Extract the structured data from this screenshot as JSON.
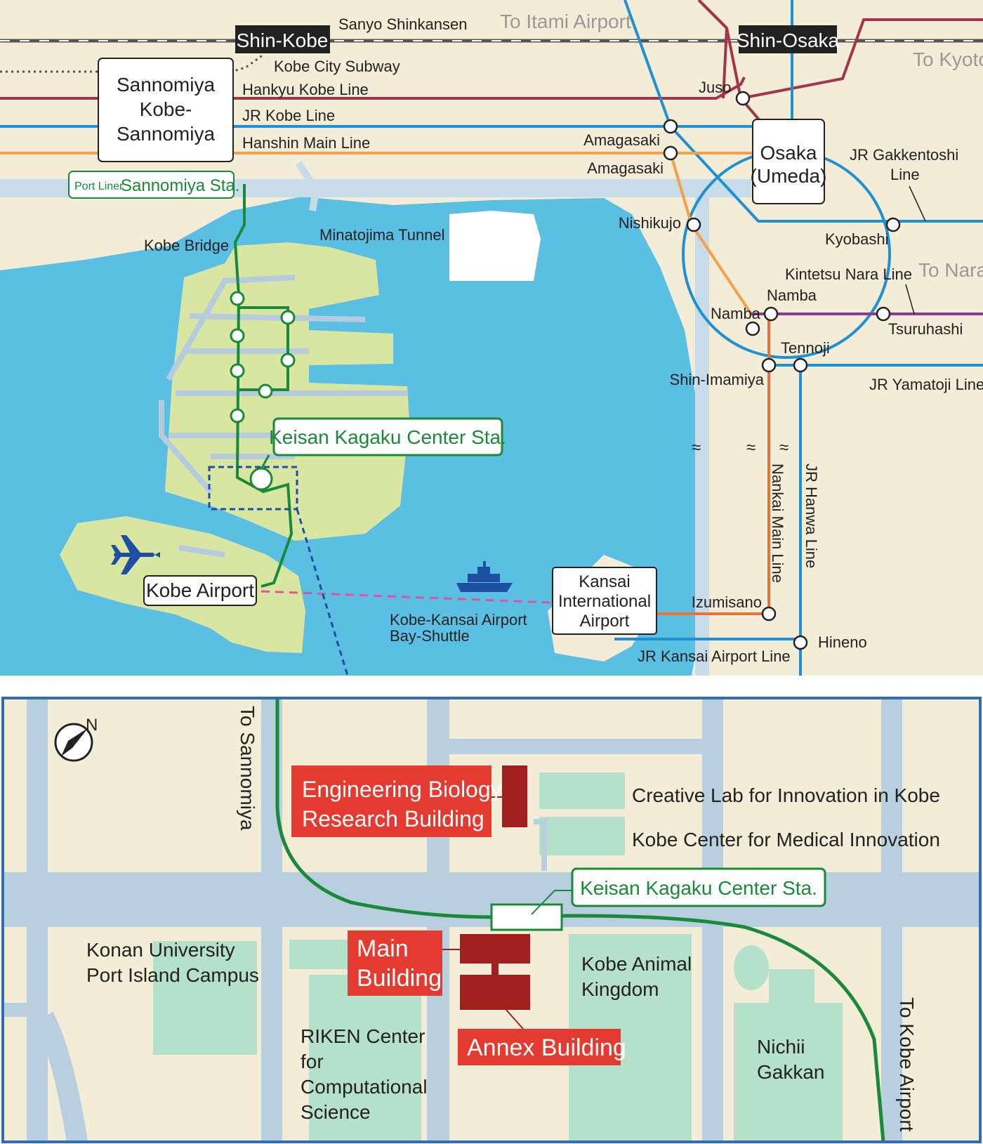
{
  "colors": {
    "land": "#f3ecd6",
    "sea": "#5bbfe3",
    "island": "#d8e6a2",
    "road": "#b8cfdf",
    "jr": "#1e90d4",
    "hankyu": "#a3354a",
    "hanshin": "#f5a04b",
    "nankai": "#e8733a",
    "kintetsu": "#8e3a95",
    "portliner": "#1a8a3a",
    "ferry": "#e0559a",
    "building": "#a11f1f",
    "building_label_bg": "#e53a2f",
    "facility": "#b5e0c9",
    "frame": "#2f6fad"
  },
  "overview": {
    "rail_lines": {
      "shinkansen": "Sanyo Shinkansen",
      "subway": "Kobe City Subway",
      "hankyu": "Hankyu Kobe Line",
      "jr_kobe": "JR Kobe Line",
      "hanshin": "Hanshin Main Line",
      "gakkentoshi": [
        "JR Gakkentoshi",
        "Line"
      ],
      "kintetsu_nara": "Kintetsu Nara Line",
      "yamatoji": "JR Yamatoji Line",
      "nankai_main": "Nankai Main Line",
      "jr_hanwa": "JR Hanwa Line",
      "kansai_airport_line": "JR Kansai Airport Line"
    },
    "directions": {
      "itami": "To Itami Airport",
      "kyoto": "To Kyoto",
      "nara": "To Nara"
    },
    "stations": {
      "shin_kobe": "Shin-Kobe",
      "shin_osaka": "Shin-Osaka",
      "sannomiya": [
        "Sannomiya",
        "Kobe-",
        "Sannomiya"
      ],
      "osaka": [
        "Osaka",
        "(Umeda)"
      ],
      "juso": "Juso",
      "amagasaki_jr": "Amagasaki",
      "amagasaki_hanshin": "Amagasaki",
      "nishikujo": "Nishikujo",
      "kyobashi": "Kyobashi",
      "namba_jr": "Namba",
      "namba_nankai": "Namba",
      "tsuruhashi": "Tsuruhashi",
      "tennoji": "Tennoji",
      "shin_imamiya": "Shin-Imamiya",
      "izumisano": "Izumisano",
      "hineno": "Hineno",
      "kansai_airport": [
        "Kansai",
        "International",
        "Airport"
      ],
      "kobe_airport": "Kobe Airport",
      "portliner_prefix": "Port Liner",
      "portliner_sannomiya": "Sannomiya Sta.",
      "keisan": "Keisan Kagaku Center Sta."
    },
    "places": {
      "kobe_bridge": "Kobe Bridge",
      "minatojima": "Minatojima Tunnel",
      "bay_shuttle": [
        "Kobe-Kansai Airport",
        "Bay-Shuttle"
      ]
    }
  },
  "detail": {
    "to_sannomiya": "To Sannomiya",
    "to_kobe_airport": "To Kobe Airport",
    "north": "N",
    "station": "Keisan Kagaku Center Sta.",
    "engineering": [
      "Engineering Biology",
      "Research Building"
    ],
    "main_building": [
      "Main",
      "Building"
    ],
    "annex": "Annex Building",
    "creative_lab": "Creative Lab for Innovation in Kobe",
    "kcmi": "Kobe Center for Medical Innovation",
    "konan": [
      "Konan University",
      "Port Island Campus"
    ],
    "riken": [
      "RIKEN Center",
      "for",
      "Computational",
      "Science"
    ],
    "animal": [
      "Kobe Animal",
      "Kingdom"
    ],
    "nichii": [
      "Nichii",
      "Gakkan"
    ]
  }
}
